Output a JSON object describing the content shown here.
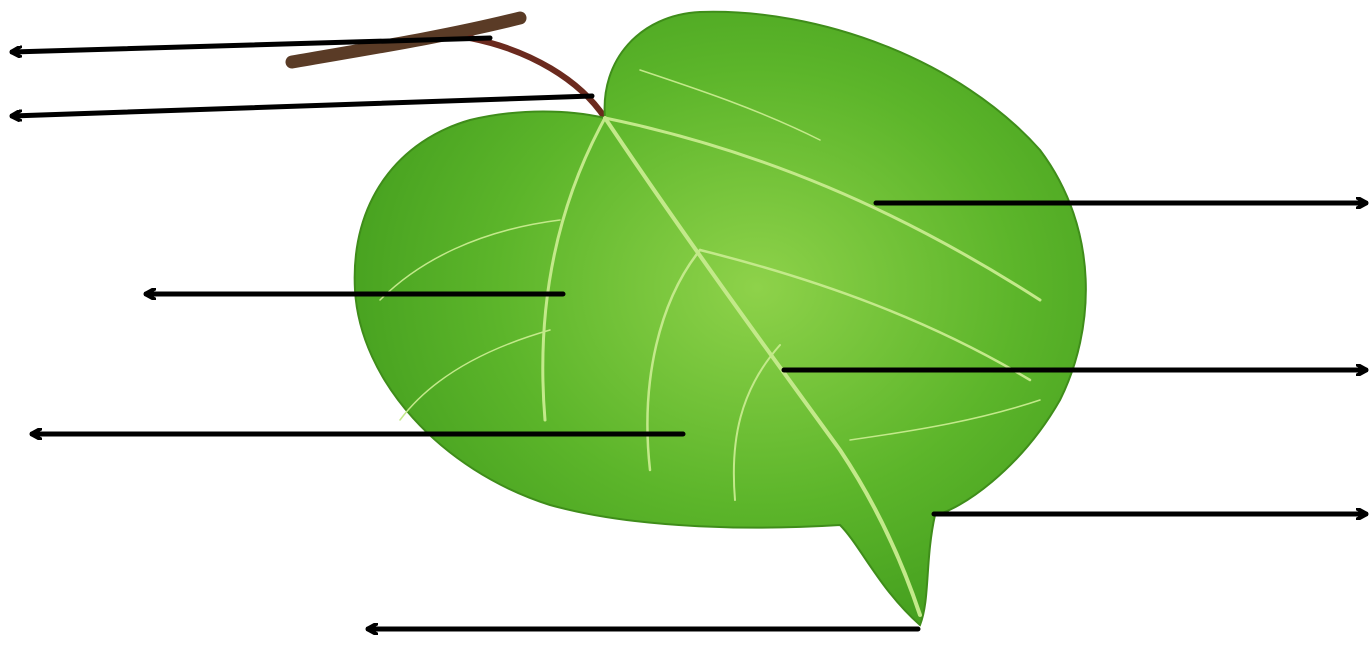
{
  "diagram": {
    "subject": "leaf-with-petiole",
    "colors": {
      "background": "#ffffff",
      "leaf_dark": "#3f9a1c",
      "leaf_mid": "#5cb52a",
      "leaf_light": "#8ed24a",
      "vein": "#c3e98a",
      "petiole": "#6b2a1e",
      "twig": "#5a3b26",
      "arrow": "#000000"
    },
    "label_arrows": [
      {
        "id": "twig",
        "direction": "left"
      },
      {
        "id": "petiole",
        "direction": "left"
      },
      {
        "id": "lamina-left",
        "direction": "left"
      },
      {
        "id": "secondary-vein",
        "direction": "left"
      },
      {
        "id": "apex",
        "direction": "left"
      },
      {
        "id": "lamina-right",
        "direction": "right"
      },
      {
        "id": "midrib",
        "direction": "right"
      },
      {
        "id": "leaf-margin",
        "direction": "right"
      }
    ]
  }
}
